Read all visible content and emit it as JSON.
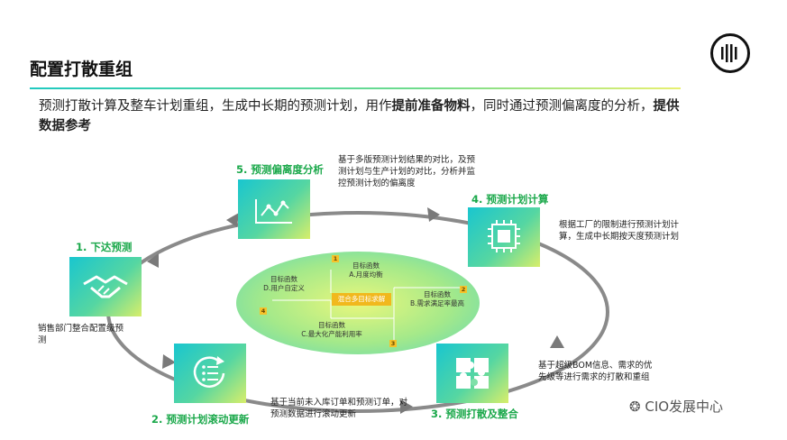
{
  "header": {
    "title": "配置打散重组",
    "intro_text_1": "预测打散计算及整车计划重组，生成中长期的预测计划，用作",
    "intro_bold_1": "提前准备物料",
    "intro_text_2": "，同时通过预测偏离度的分析，",
    "intro_bold_2": "提供数据参考"
  },
  "steps": [
    {
      "label": "1. 下达预测",
      "desc": "销售部门整合配置级预测",
      "icon": "handshake-icon"
    },
    {
      "label": "2. 预测计划滚动更新",
      "desc": "基于当前未入库订单和预测订单，对预测数据进行滚动更新",
      "icon": "list-refresh-icon"
    },
    {
      "label": "3. 预测打散及整合",
      "desc": "基于超级BOM信息、需求的优先级等进行需求的打散和重组",
      "icon": "puzzle-icon"
    },
    {
      "label": "4. 预测计划计算",
      "desc": "根据工厂的限制进行预测计划计算，生成中长期按天度预测计划",
      "icon": "chip-icon"
    },
    {
      "label": "5. 预测偏离度分析",
      "desc": "基于多版预测计划结果的对比，及预测计划与生产计划的对比，分析并监控预测计划的偏离度",
      "icon": "line-chart-icon"
    }
  ],
  "center": {
    "mix_label": "混合多目标求解",
    "goals": [
      {
        "num": "1",
        "title": "目标函数",
        "text": "A.月度均衡"
      },
      {
        "num": "2",
        "title": "目标函数",
        "text": "B.需求满足率最高"
      },
      {
        "num": "3",
        "title": "目标函数",
        "text": "C.最大化产能利用率"
      },
      {
        "num": "4",
        "title": "目标函数",
        "text": "D.用户自定义"
      }
    ]
  },
  "watermark": "CIO发展中心",
  "colors": {
    "accent_green": "#1aa84a",
    "tile_start": "#19c6cf",
    "tile_end": "#d8ee6a",
    "badge": "#f6c22a",
    "arrow": "#7a7a7a"
  }
}
